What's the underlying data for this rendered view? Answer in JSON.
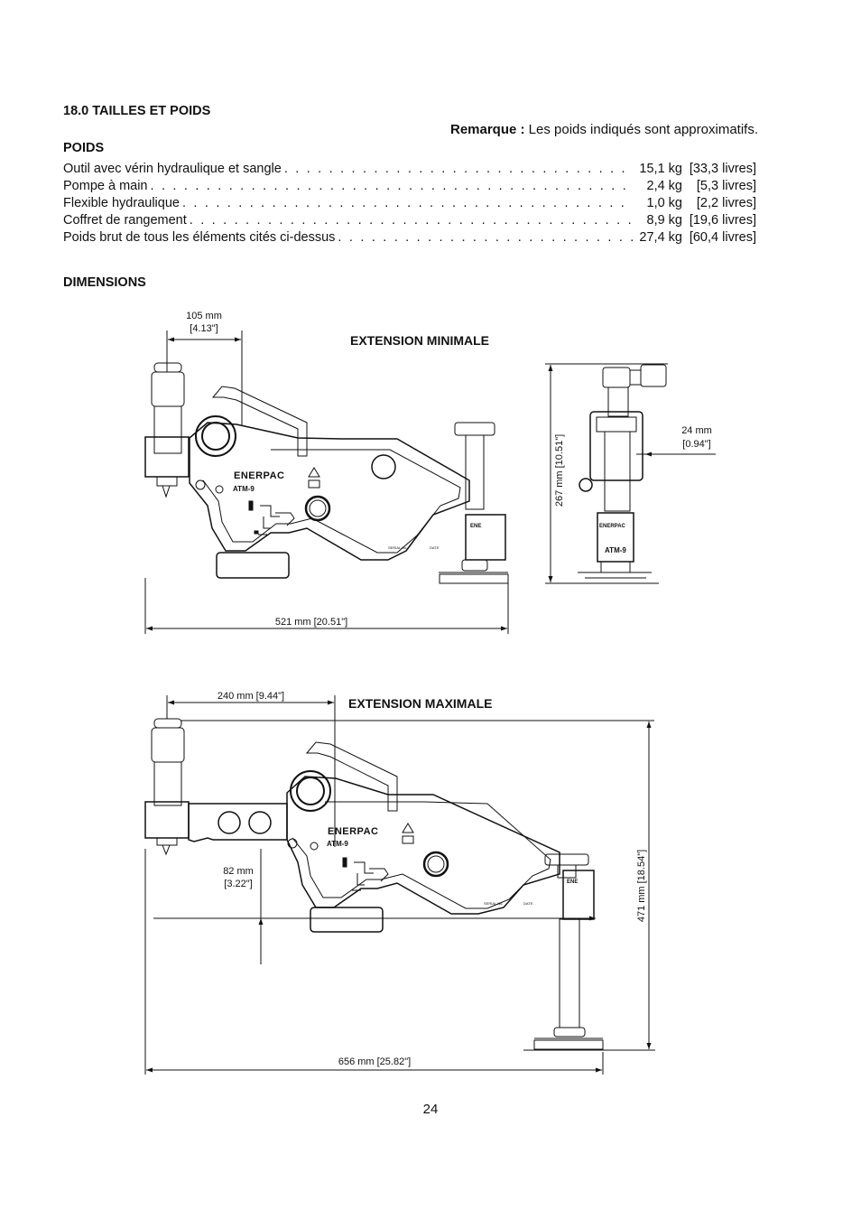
{
  "section_title": "18.0 TAILLES ET POIDS",
  "note": {
    "label": "Remarque :",
    "text": " Les poids indiqués sont approximatifs."
  },
  "weights": {
    "heading": "POIDS",
    "rows": [
      {
        "label": "Outil avec vérin hydraulique et sangle",
        "kg": "15,1 kg",
        "lb": "[33,3 livres]"
      },
      {
        "label": "Pompe à main",
        "kg": "2,4 kg",
        "lb": "[5,3 livres]"
      },
      {
        "label": "Flexible hydraulique",
        "kg": "1,0 kg",
        "lb": "[2,2 livres]"
      },
      {
        "label": "Coffret de rangement",
        "kg": "8,9 kg",
        "lb": "[19,6 livres]"
      },
      {
        "label": "Poids brut de tous les éléments cités ci-dessus",
        "kg": "27,4 kg",
        "lb": "[60,4 livres]"
      }
    ]
  },
  "dimensions": {
    "heading": "DIMENSIONS",
    "min": {
      "title": "EXTENSION MINIMALE",
      "dim_top_mm": "105 mm",
      "dim_top_in": "[4.13\"]",
      "dim_width": "521 mm [20.51\"]",
      "dim_height": "267 mm [10.51\"]",
      "dim_side_mm": "24 mm",
      "dim_side_in": "[0.94\"]"
    },
    "max": {
      "title": "EXTENSION MAXIMALE",
      "dim_top": "240 mm [9.44\"]",
      "dim_mid_mm": "82 mm",
      "dim_mid_in": "[3.22\"]",
      "dim_width": "656 mm [25.82\"]",
      "dim_height": "471 mm [18.54\"]"
    },
    "tool_marks": {
      "brand": "ENERPAC",
      "model": "ATM-9",
      "serial": "SERIAL No.",
      "date": "DATE",
      "side_code": "ENE"
    }
  },
  "page_number": "24"
}
